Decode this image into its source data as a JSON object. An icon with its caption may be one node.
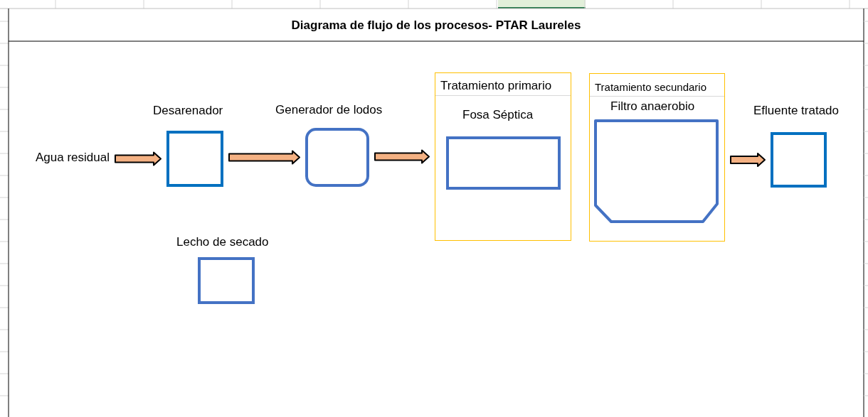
{
  "diagram": {
    "title": "Diagrama de flujo de los procesos- PTAR Laureles",
    "nodes": [
      {
        "text": [
          "Agua residual"
        ]
      },
      {
        "text": [
          "Desarenador"
        ]
      },
      {
        "text": [
          "Generador de lodos"
        ]
      },
      {
        "text": [
          "Tratamiento primario"
        ]
      },
      {
        "text": [
          "Fosa Séptica"
        ],
        "in": 3
      },
      {
        "text": [
          "Tratamiento secundario"
        ]
      },
      {
        "text": [
          "Filtro anaerobio"
        ],
        "in": 5
      },
      {
        "text": [
          "Efluente tratado"
        ]
      },
      {
        "text": [
          "Lecho de secado"
        ]
      }
    ],
    "edges": [
      {
        "from": 0,
        "to": 1,
        "arrow": "to"
      },
      {
        "from": 1,
        "to": 2,
        "arrow": "to"
      },
      {
        "from": 2,
        "to": 3,
        "arrow": "to"
      },
      {
        "from": 5,
        "to": 7,
        "arrow": "to"
      }
    ]
  }
}
